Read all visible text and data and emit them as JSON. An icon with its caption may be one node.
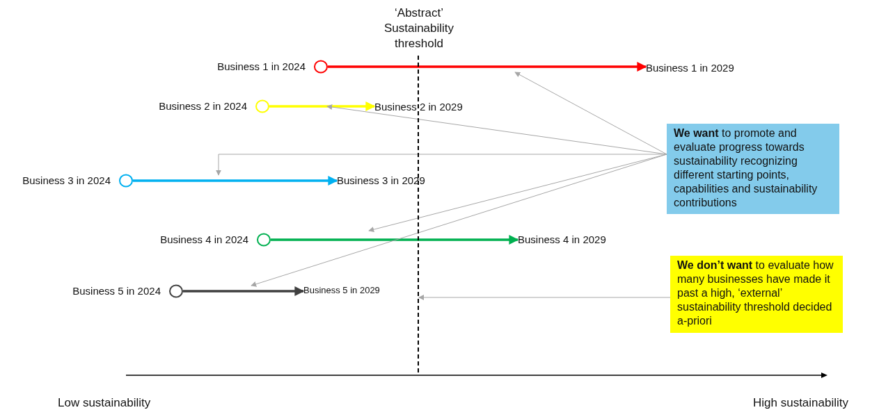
{
  "diagram": {
    "nodes": [
      {
        "text": [],
        "shape": "bar"
      },
      {
        "text": [],
        "shape": "circle",
        "beside": [
          "Business 1 in 2024"
        ]
      },
      {
        "text": [
          "Business 1 in 2029"
        ]
      },
      {
        "text": [],
        "shape": "circle",
        "beside": [
          "Business 2 in 2024"
        ]
      },
      {
        "text": [
          "Business 2 in 2029"
        ]
      },
      {
        "text": [
          "**We want** to promote and evaluate progress towards sustainability recognizing different starting points, capabilities and sustainability contributions"
        ]
      },
      {
        "text": [],
        "shape": "circle",
        "beside": [
          "Business 3 in 2024"
        ]
      },
      {
        "text": [
          "Business 3 in 2029"
        ]
      },
      {
        "text": [],
        "shape": "circle",
        "beside": [
          "Business 4 in 2024"
        ]
      },
      {
        "text": [
          "Business 4 in 2029"
        ]
      },
      {
        "text": [
          "**We don’t want** to evaluate how many businesses have made it past a high, ‘external’ sustainability threshold decided a-priori"
        ]
      },
      {
        "text": [],
        "shape": "circle",
        "beside": [
          "Business 5 in 2024"
        ]
      },
      {
        "text": [
          "Business 5 in 2029"
        ]
      }
    ],
    "edges": [
      {
        "from": 1,
        "to": 2,
        "arrow": "to",
        "style": "thick",
        "color": "#ff0000"
      },
      {
        "from": 3,
        "to": 4,
        "arrow": "to",
        "style": "thick",
        "color": "#ffff00"
      },
      {
        "from": 6,
        "to": 7,
        "arrow": "to",
        "style": "thick",
        "color": "#00b0f0"
      },
      {
        "from": 8,
        "to": 9,
        "arrow": "to",
        "style": "thick",
        "color": "#00b050"
      },
      {
        "from": 11,
        "to": 12,
        "arrow": "to",
        "style": "thick",
        "color": "#404040"
      },
      {
        "from": 5,
        "to": null,
        "arrow": "to"
      },
      {
        "from": 5,
        "to": null,
        "arrow": "to"
      },
      {
        "from": 5,
        "to": null,
        "arrow": "to"
      },
      {
        "from": 5,
        "to": null,
        "arrow": "to"
      },
      {
        "from": 5,
        "to": null,
        "arrow": "to"
      },
      {
        "from": 10,
        "to": 0,
        "arrow": "to"
      }
    ],
    "labels": [
      "‘Abstract’ Sustainability threshold",
      "Low sustainability",
      "High sustainability"
    ]
  }
}
